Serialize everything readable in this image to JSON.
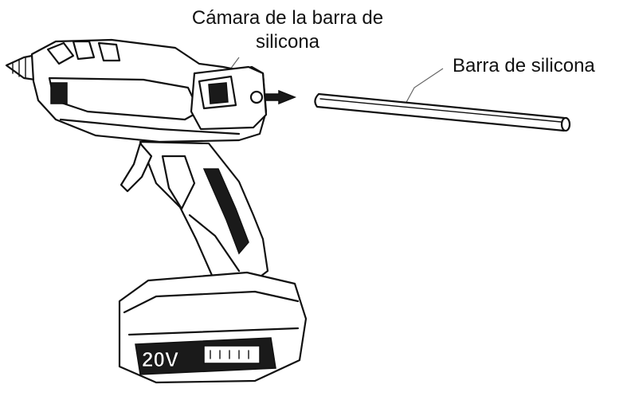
{
  "labels": {
    "chamber_line1": "Cámara de la barra de",
    "chamber_line2": "silicona",
    "stick": "Barra de silicona"
  },
  "battery": {
    "voltage_text": "20V"
  },
  "icons": [
    "glue-gun-illustration",
    "glue-stick-illustration",
    "insert-arrow-icon"
  ]
}
